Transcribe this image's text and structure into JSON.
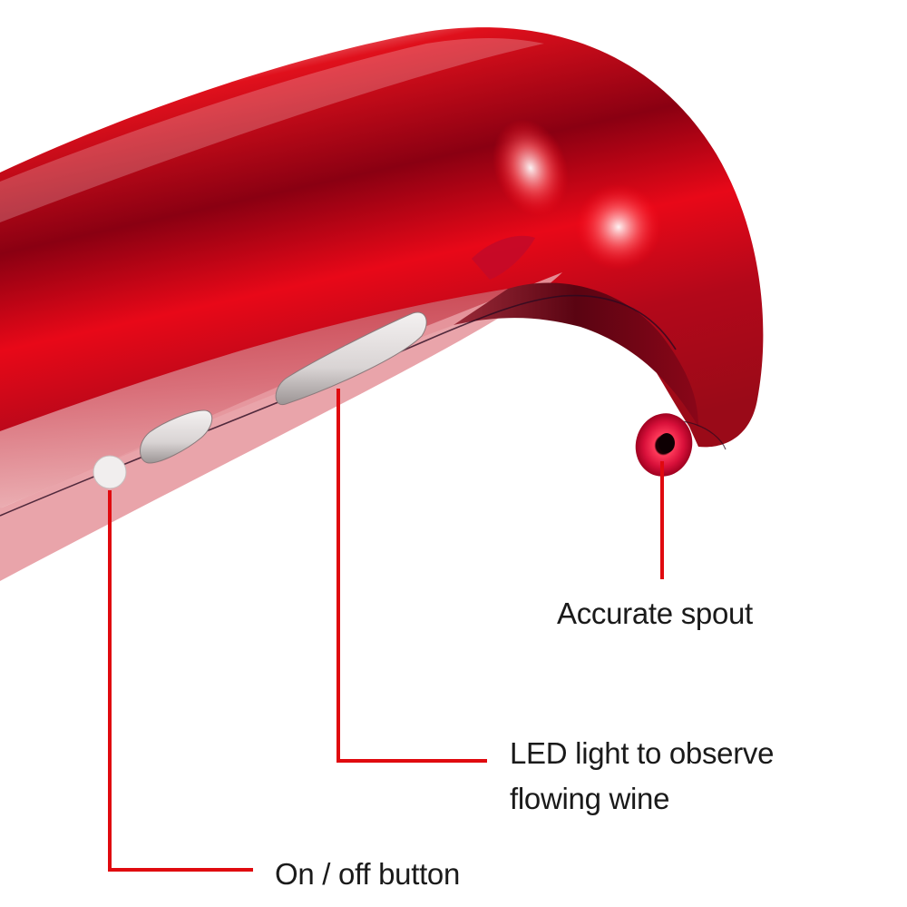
{
  "image": {
    "subject": "red electric wine pourer / dispenser",
    "colors": {
      "background": "#ffffff",
      "body_red": "#d40612",
      "body_dark": "#7a0010",
      "callout_line": "#e00a0f",
      "label_text": "#1a1a1a"
    }
  },
  "callouts": [
    {
      "id": "spout",
      "label": "Accurate spout"
    },
    {
      "id": "led",
      "label_line1": "LED light to observe",
      "label_line2": "flowing wine"
    },
    {
      "id": "power",
      "label": "On / off button"
    }
  ]
}
